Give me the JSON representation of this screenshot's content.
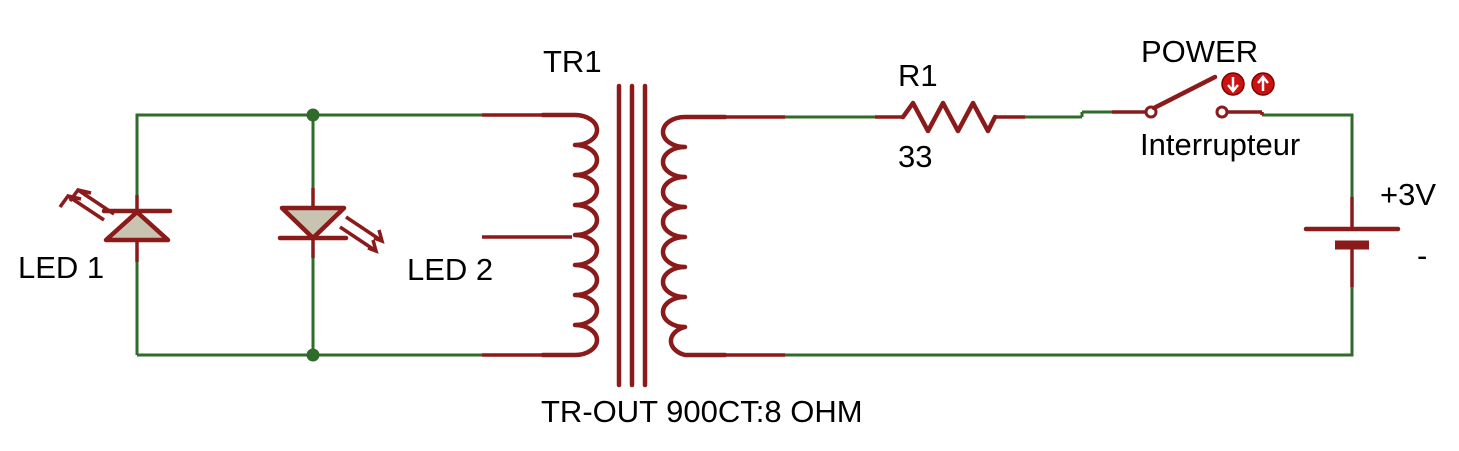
{
  "colors": {
    "wire": "#2f6b2a",
    "component": "#8b1a1a",
    "led_fill": "#c9c4b1",
    "switch_button": "#cc1111"
  },
  "transformer": {
    "ref": "TR1",
    "value": "TR-OUT 900CT:8 OHM"
  },
  "resistor": {
    "ref": "R1",
    "value": "33"
  },
  "switch": {
    "ref": "POWER",
    "value": "Interrupteur",
    "button_icons": [
      "arrow-down-icon",
      "arrow-up-icon"
    ]
  },
  "battery": {
    "positive_label": "+3V",
    "negative_label": "-"
  },
  "led1": {
    "label": "LED 1"
  },
  "led2": {
    "label": "LED 2"
  }
}
